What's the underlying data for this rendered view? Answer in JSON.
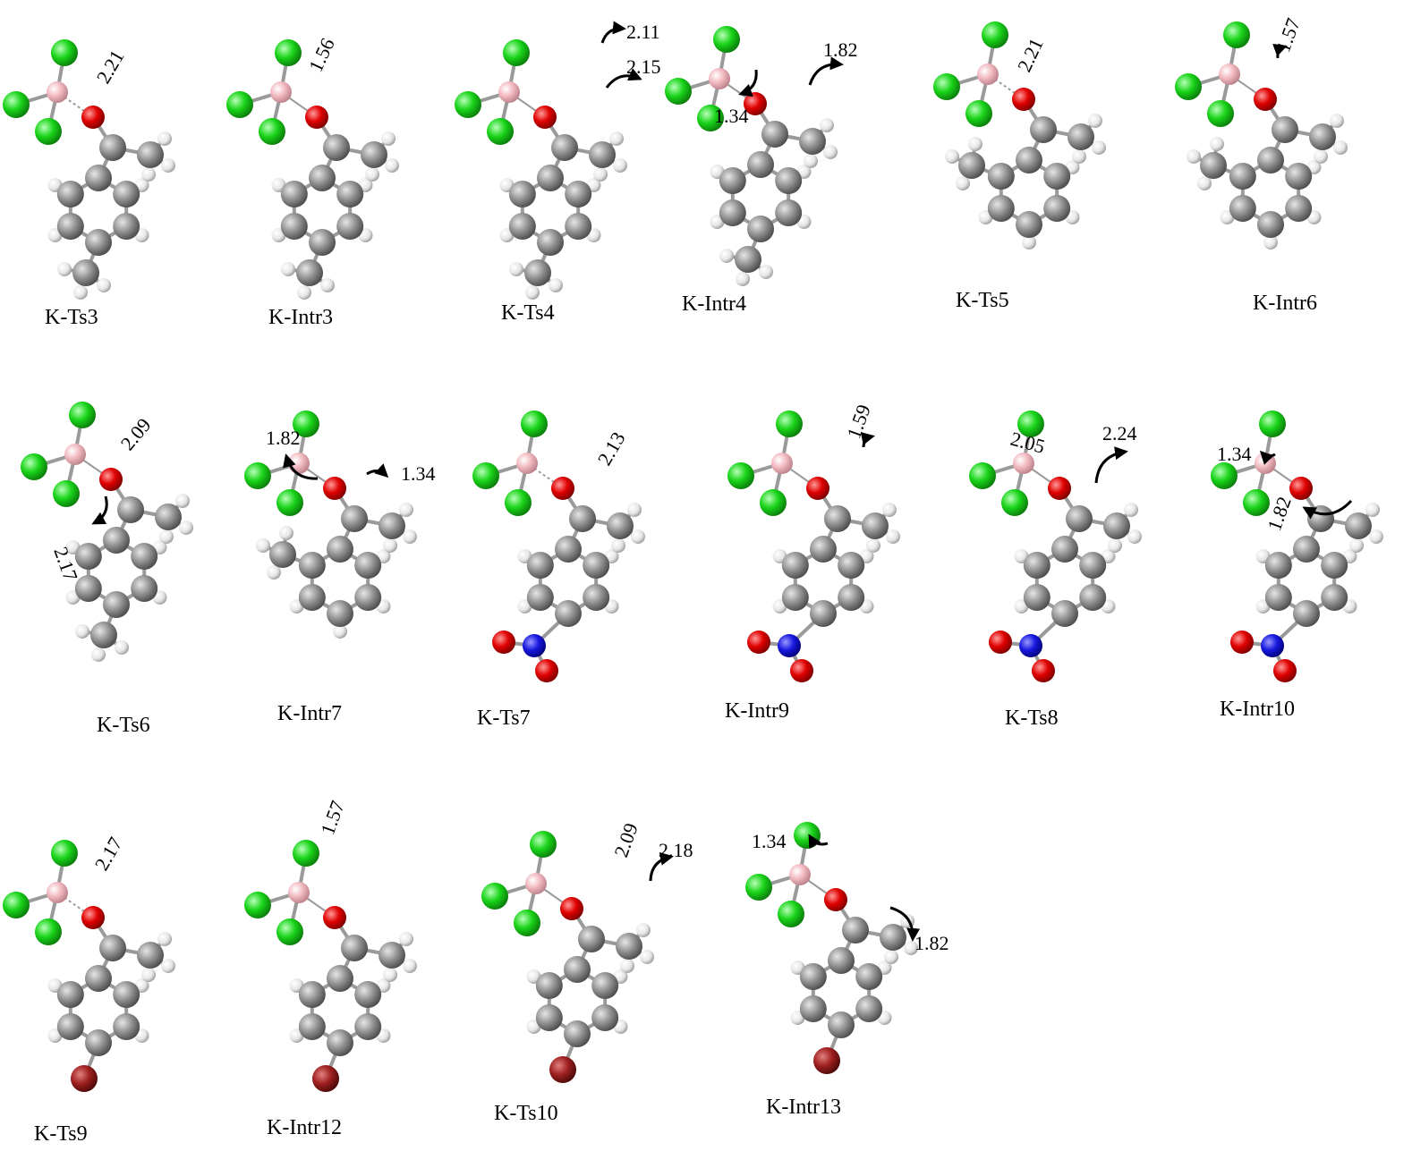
{
  "structures": [
    {
      "caption": "K-Ts3",
      "distances": [
        "2.21"
      ]
    },
    {
      "caption": "K-Intr3",
      "distances": [
        "1.56"
      ]
    },
    {
      "caption": "K-Ts4",
      "distances": [
        "2.11",
        "2.15"
      ]
    },
    {
      "caption": "K-Intr4",
      "distances": [
        "1.82",
        "1.34"
      ]
    },
    {
      "caption": "K-Ts5",
      "distances": [
        "2.21"
      ]
    },
    {
      "caption": "K-Intr6",
      "distances": [
        "1.57"
      ]
    },
    {
      "caption": "K-Ts6",
      "distances": [
        "2.09",
        "2.17"
      ]
    },
    {
      "caption": "K-Intr7",
      "distances": [
        "1.82",
        "1.34"
      ]
    },
    {
      "caption": "K-Ts7",
      "distances": [
        "2.13"
      ]
    },
    {
      "caption": "K-Intr9",
      "distances": [
        "1.59"
      ]
    },
    {
      "caption": "K-Ts8",
      "distances": [
        "2.05",
        "2.24"
      ]
    },
    {
      "caption": "K-Intr10",
      "distances": [
        "1.34",
        "1.82"
      ]
    },
    {
      "caption": "K-Ts9",
      "distances": [
        "2.17"
      ]
    },
    {
      "caption": "K-Intr12",
      "distances": [
        "1.57"
      ]
    },
    {
      "caption": "K-Ts10",
      "distances": [
        "2.09",
        "2.18"
      ]
    },
    {
      "caption": "K-Intr13",
      "distances": [
        "1.34",
        "1.82"
      ]
    }
  ],
  "atom_colors": {
    "carbon": "#8c8c8c",
    "hydrogen": "#ededed",
    "oxygen": "#e00000",
    "chlorine": "#19d419",
    "boron": "#f2b8c0",
    "nitrogen": "#1818e0",
    "bromine": "#a02020"
  }
}
